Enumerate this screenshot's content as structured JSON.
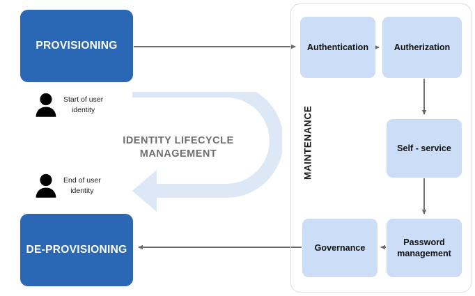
{
  "diagram": {
    "title": "Identity Lifecycle Management",
    "caption": "IDENTITY LIFECYCLE\nMANAGEMENT",
    "colors": {
      "primary_box": "#2a68b5",
      "primary_text": "#ffffff",
      "sub_box": "#ccdef7",
      "sub_text": "#111111",
      "cycle_arrow": "#dce8f5",
      "caption_text": "#6e6e6e",
      "connector": "#6b6b6b",
      "panel_border": "#dadde1",
      "person_icon": "#000000",
      "background": "#ffffff"
    }
  },
  "stages": {
    "provisioning": "PROVISIONING",
    "deprovisioning": "DE-PROVISIONING"
  },
  "maintenance": {
    "label": "MAINTENANCE",
    "steps": [
      {
        "id": "authentication",
        "label": "Authentication"
      },
      {
        "id": "authorization",
        "label": "Autherization"
      },
      {
        "id": "self-service",
        "label": "Self - service"
      },
      {
        "id": "password-management",
        "label": "Password\nmanagement"
      },
      {
        "id": "governance",
        "label": "Governance"
      }
    ]
  },
  "annotations": [
    {
      "id": "start-of-user-identity",
      "text": "Start of user\nidentity",
      "icon": "person-icon"
    },
    {
      "id": "end-of-user-identity",
      "text": "End of user\nidentity",
      "icon": "person-icon"
    }
  ],
  "flow": [
    {
      "from": "provisioning",
      "to": "authentication",
      "direction": "right"
    },
    {
      "from": "authentication",
      "to": "authorization",
      "direction": "right"
    },
    {
      "from": "authorization",
      "to": "self-service",
      "direction": "down"
    },
    {
      "from": "self-service",
      "to": "password-management",
      "direction": "down"
    },
    {
      "from": "password-management",
      "to": "governance",
      "direction": "left"
    },
    {
      "from": "governance",
      "to": "deprovisioning",
      "direction": "left"
    }
  ]
}
